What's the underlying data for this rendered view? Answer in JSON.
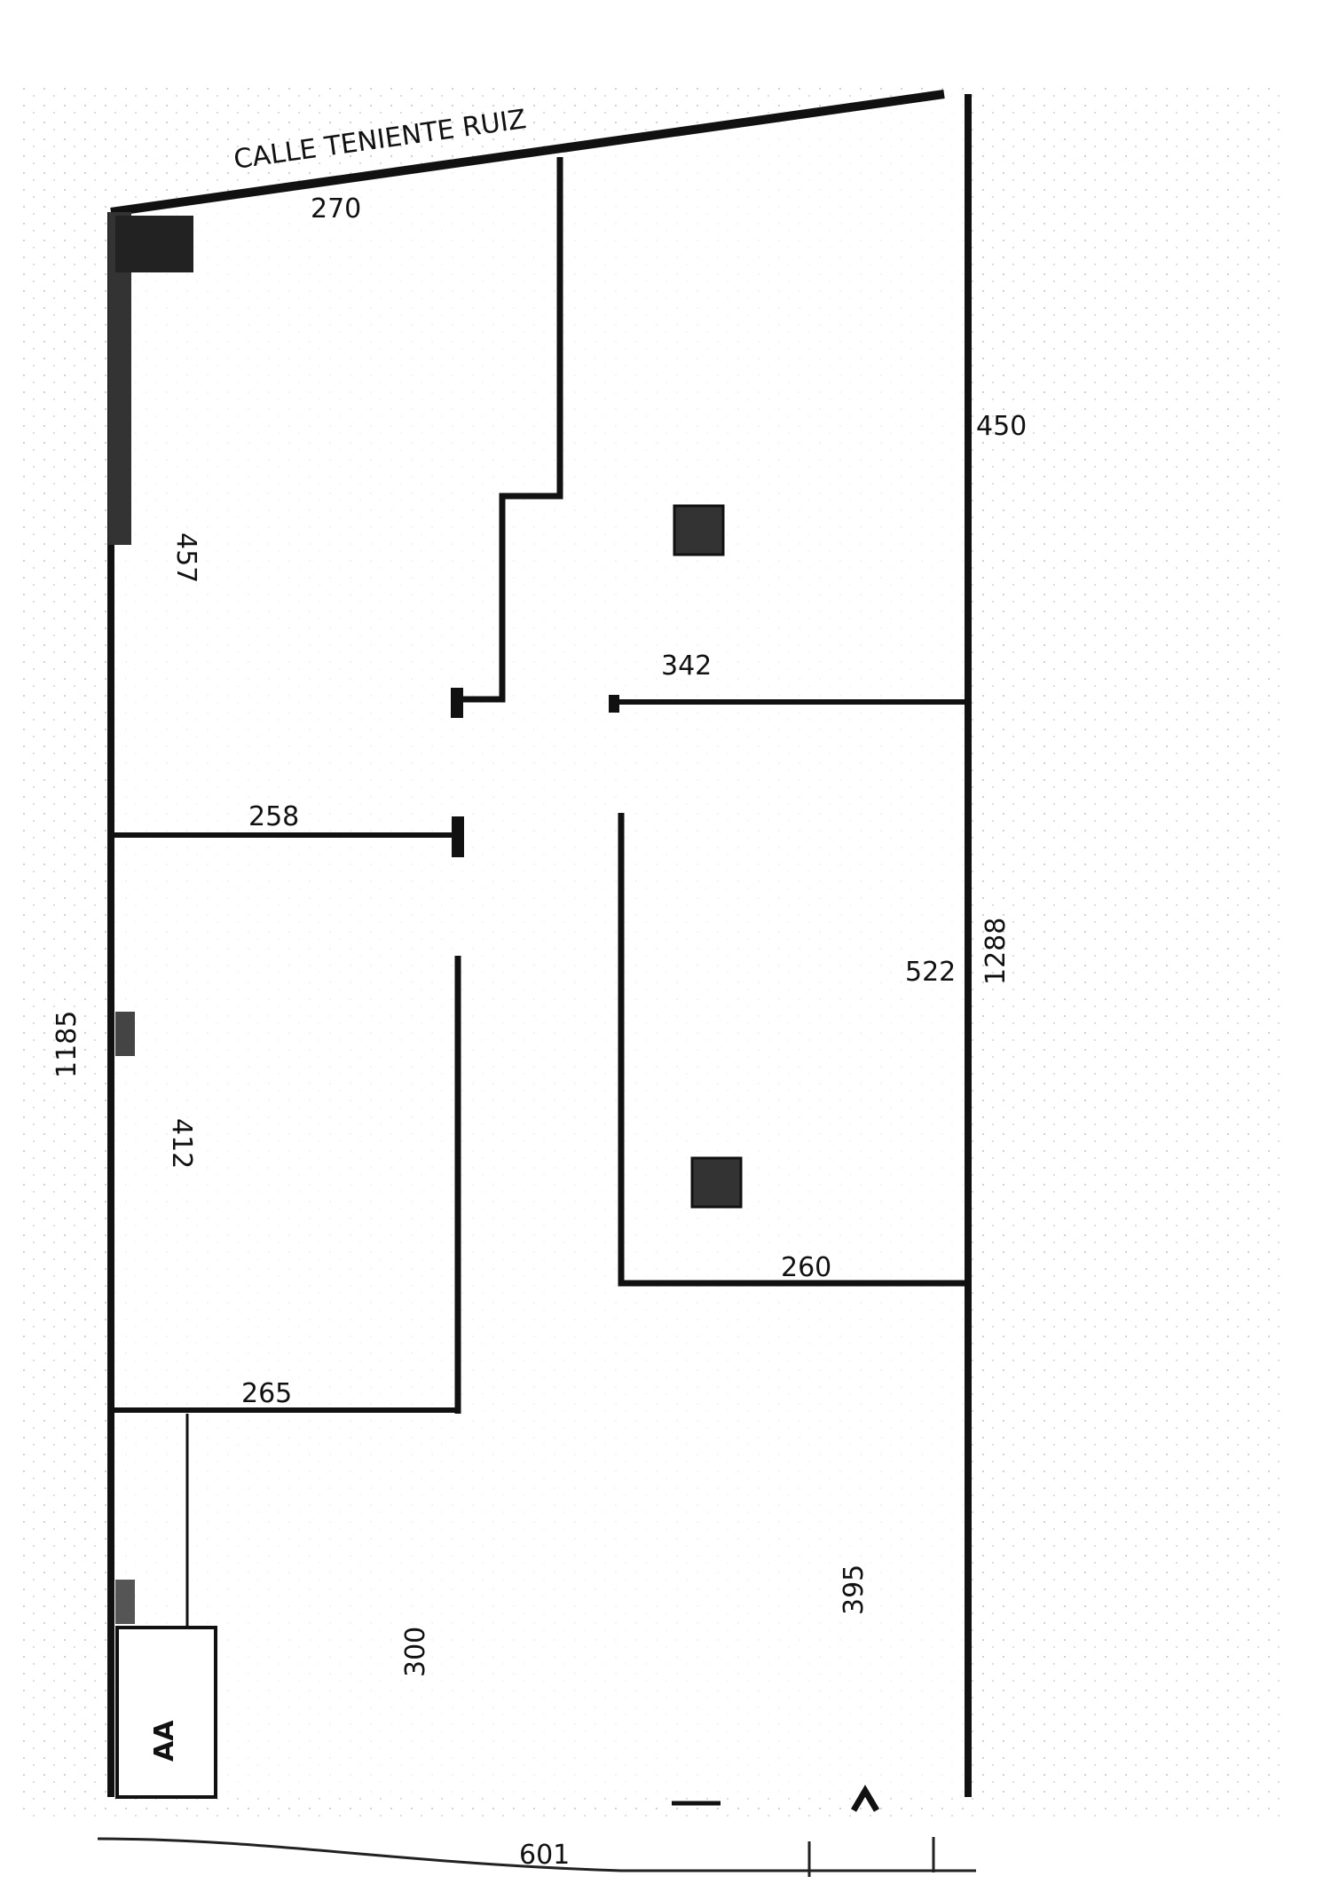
{
  "plan": {
    "street_label": "CALLE TENIENTE RUIZ",
    "dimensions": {
      "street_front": "270",
      "right_upper": "450",
      "left_upper_room": "457",
      "upper_right_room": "342",
      "left_middle_wall": "258",
      "left_total": "1185",
      "left_room": "412",
      "left_lower_wall": "265",
      "right_room": "522",
      "right_total": "1288",
      "right_lower_wall": "260",
      "lower_left": "300",
      "lower_right": "395",
      "bottom_width": "601"
    },
    "aa_label": "AA"
  },
  "colors": {
    "ink": "#111111",
    "paper": "#ffffff",
    "noise": "#bdbdbd"
  }
}
